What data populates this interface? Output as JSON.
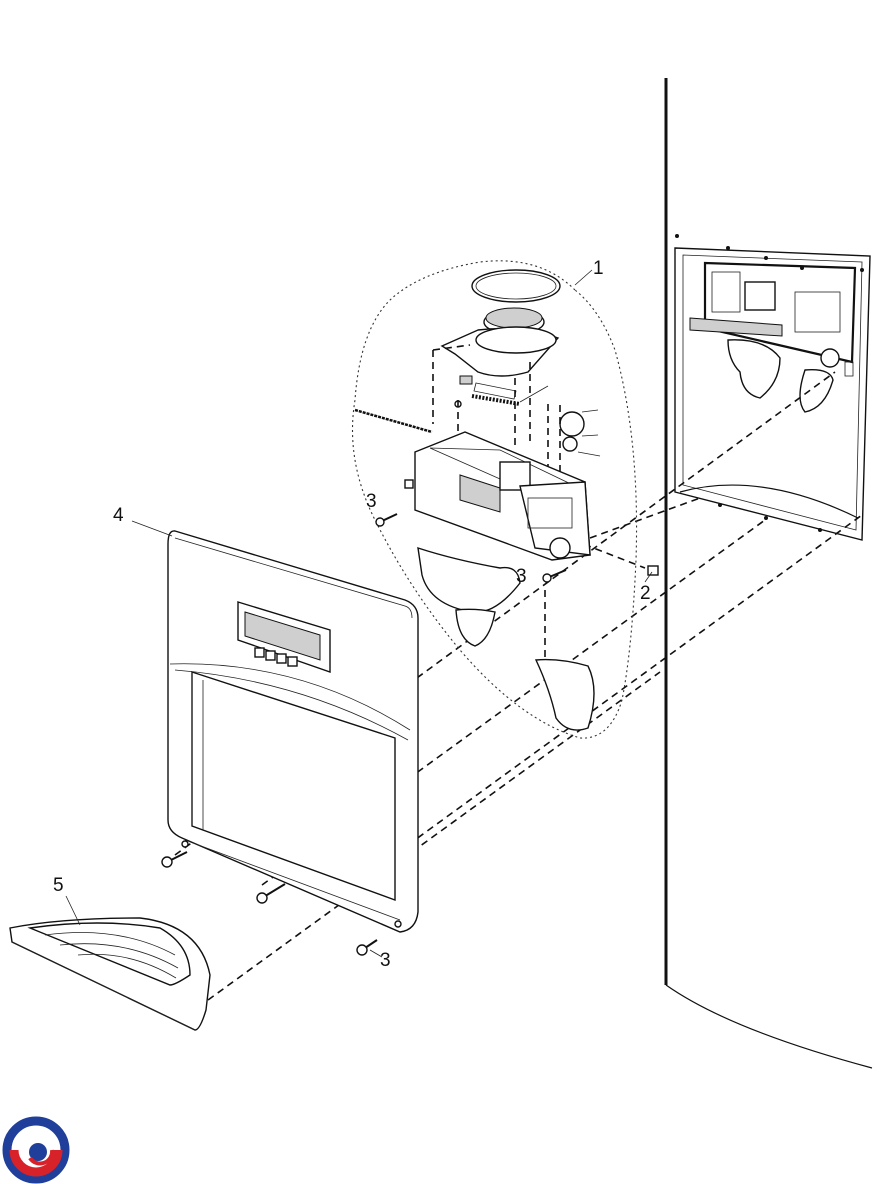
{
  "callouts": {
    "c1": "1",
    "c2": "2",
    "c3a": "3",
    "c3b": "3",
    "c3c": "3",
    "c4": "4",
    "c5": "5"
  },
  "colors": {
    "line": "#111111",
    "background": "#ffffff",
    "logo_blue": "#1f3f9a",
    "logo_red": "#d8222a"
  },
  "icons": {
    "logo": "brand-logo-icon"
  }
}
